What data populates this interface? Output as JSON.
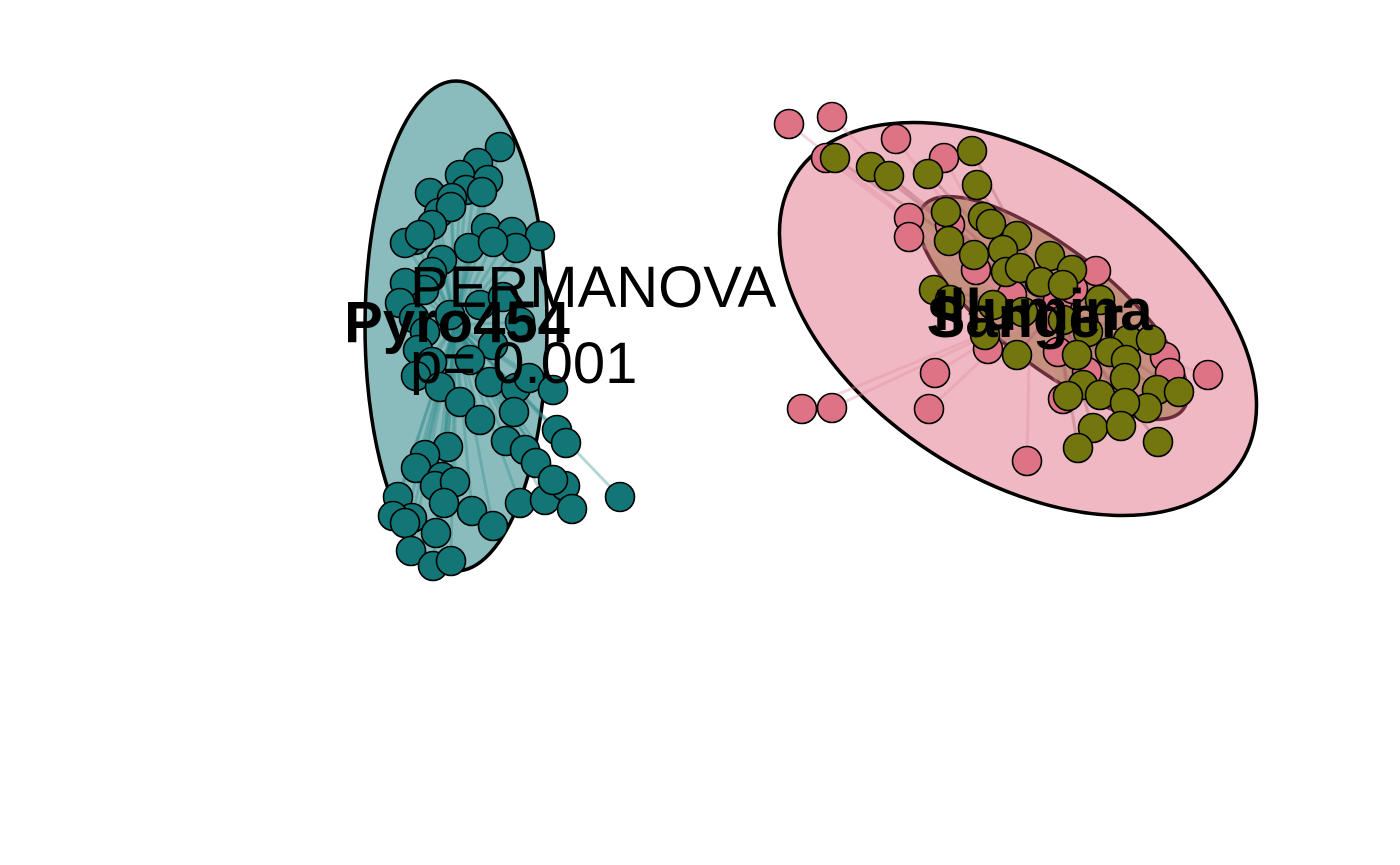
{
  "chart_data": {
    "type": "scatter",
    "title": "",
    "xlabel": "",
    "ylabel": "",
    "axes_visible": false,
    "grid": false,
    "legend": "none",
    "annotation": {
      "line1": "PERMANOVA",
      "line2": "p= 0.001"
    },
    "series": [
      {
        "name": "Pyro454",
        "color": "#127676",
        "ellipse_fill": "#8abcbe",
        "points": [
          [
            500,
            147
          ],
          [
            478,
            163
          ],
          [
            460,
            175
          ],
          [
            488,
            180
          ],
          [
            466,
            190
          ],
          [
            430,
            193
          ],
          [
            452,
            198
          ],
          [
            482,
            192
          ],
          [
            439,
            213
          ],
          [
            451,
            207
          ],
          [
            432,
            225
          ],
          [
            415,
            240
          ],
          [
            405,
            243
          ],
          [
            420,
            235
          ],
          [
            486,
            228
          ],
          [
            512,
            232
          ],
          [
            540,
            236
          ],
          [
            516,
            248
          ],
          [
            469,
            248
          ],
          [
            493,
            242
          ],
          [
            442,
            260
          ],
          [
            432,
            272
          ],
          [
            424,
            290
          ],
          [
            405,
            283
          ],
          [
            400,
            303
          ],
          [
            414,
            318
          ],
          [
            425,
            332
          ],
          [
            418,
            350
          ],
          [
            450,
            315
          ],
          [
            480,
            305
          ],
          [
            503,
            297
          ],
          [
            520,
            322
          ],
          [
            493,
            345
          ],
          [
            470,
            360
          ],
          [
            432,
            362
          ],
          [
            416,
            376
          ],
          [
            440,
            387
          ],
          [
            460,
            402
          ],
          [
            490,
            382
          ],
          [
            516,
            388
          ],
          [
            529,
            378
          ],
          [
            553,
            390
          ],
          [
            514,
            412
          ],
          [
            480,
            420
          ],
          [
            506,
            441
          ],
          [
            525,
            450
          ],
          [
            557,
            430
          ],
          [
            566,
            443
          ],
          [
            536,
            463
          ],
          [
            448,
            447
          ],
          [
            425,
            455
          ],
          [
            416,
            468
          ],
          [
            442,
            477
          ],
          [
            435,
            486
          ],
          [
            455,
            482
          ],
          [
            398,
            497
          ],
          [
            444,
            503
          ],
          [
            412,
            518
          ],
          [
            393,
            516
          ],
          [
            405,
            523
          ],
          [
            472,
            511
          ],
          [
            493,
            526
          ],
          [
            520,
            503
          ],
          [
            545,
            500
          ],
          [
            565,
            486
          ],
          [
            572,
            509
          ],
          [
            553,
            480
          ],
          [
            620,
            497
          ],
          [
            436,
            533
          ],
          [
            411,
            551
          ],
          [
            433,
            566
          ],
          [
            451,
            561
          ]
        ]
      },
      {
        "name": "Sanger",
        "color": "#df7386",
        "ellipse_fill": "#efb8c2",
        "points": [
          [
            789,
            124
          ],
          [
            832,
            117
          ],
          [
            826,
            158
          ],
          [
            896,
            139
          ],
          [
            944,
            158
          ],
          [
            909,
            218
          ],
          [
            909,
            237
          ],
          [
            950,
            225
          ],
          [
            976,
            270
          ],
          [
            1096,
            271
          ],
          [
            1012,
            295
          ],
          [
            1040,
            282
          ],
          [
            1058,
            300
          ],
          [
            1073,
            289
          ],
          [
            988,
            349
          ],
          [
            1058,
            352
          ],
          [
            1165,
            357
          ],
          [
            1170,
            373
          ],
          [
            1208,
            375
          ],
          [
            935,
            373
          ],
          [
            929,
            409
          ],
          [
            832,
            408
          ],
          [
            802,
            409
          ],
          [
            1063,
            399
          ],
          [
            1027,
            461
          ],
          [
            1087,
            372
          ],
          [
            1055,
            318
          ]
        ]
      },
      {
        "name": "Illumina",
        "color": "#73760f",
        "ellipse_fill": "#c5917e",
        "points": [
          [
            835,
            158
          ],
          [
            871,
            167
          ],
          [
            889,
            176
          ],
          [
            928,
            174
          ],
          [
            972,
            151
          ],
          [
            977,
            185
          ],
          [
            946,
            212
          ],
          [
            983,
            217
          ],
          [
            991,
            224
          ],
          [
            949,
            241
          ],
          [
            1017,
            236
          ],
          [
            974,
            255
          ],
          [
            1003,
            250
          ],
          [
            1006,
            272
          ],
          [
            1050,
            256
          ],
          [
            1020,
            268
          ],
          [
            1072,
            270
          ],
          [
            1041,
            282
          ],
          [
            1063,
            285
          ],
          [
            934,
            290
          ],
          [
            950,
            300
          ],
          [
            993,
            305
          ],
          [
            1023,
            312
          ],
          [
            1063,
            320
          ],
          [
            1100,
            300
          ],
          [
            1128,
            340
          ],
          [
            1088,
            332
          ],
          [
            1077,
            355
          ],
          [
            1110,
            352
          ],
          [
            1151,
            340
          ],
          [
            1126,
            360
          ],
          [
            985,
            335
          ],
          [
            1017,
            355
          ],
          [
            1125,
            378
          ],
          [
            1083,
            385
          ],
          [
            1100,
            395
          ],
          [
            1068,
            396
          ],
          [
            1157,
            390
          ],
          [
            1179,
            392
          ],
          [
            1147,
            408
          ],
          [
            1125,
            403
          ],
          [
            1093,
            428
          ],
          [
            1121,
            426
          ],
          [
            1158,
            442
          ],
          [
            1078,
            448
          ]
        ]
      }
    ],
    "group_labels": [
      "Pyro454",
      "Sanger",
      "Illumina"
    ]
  }
}
